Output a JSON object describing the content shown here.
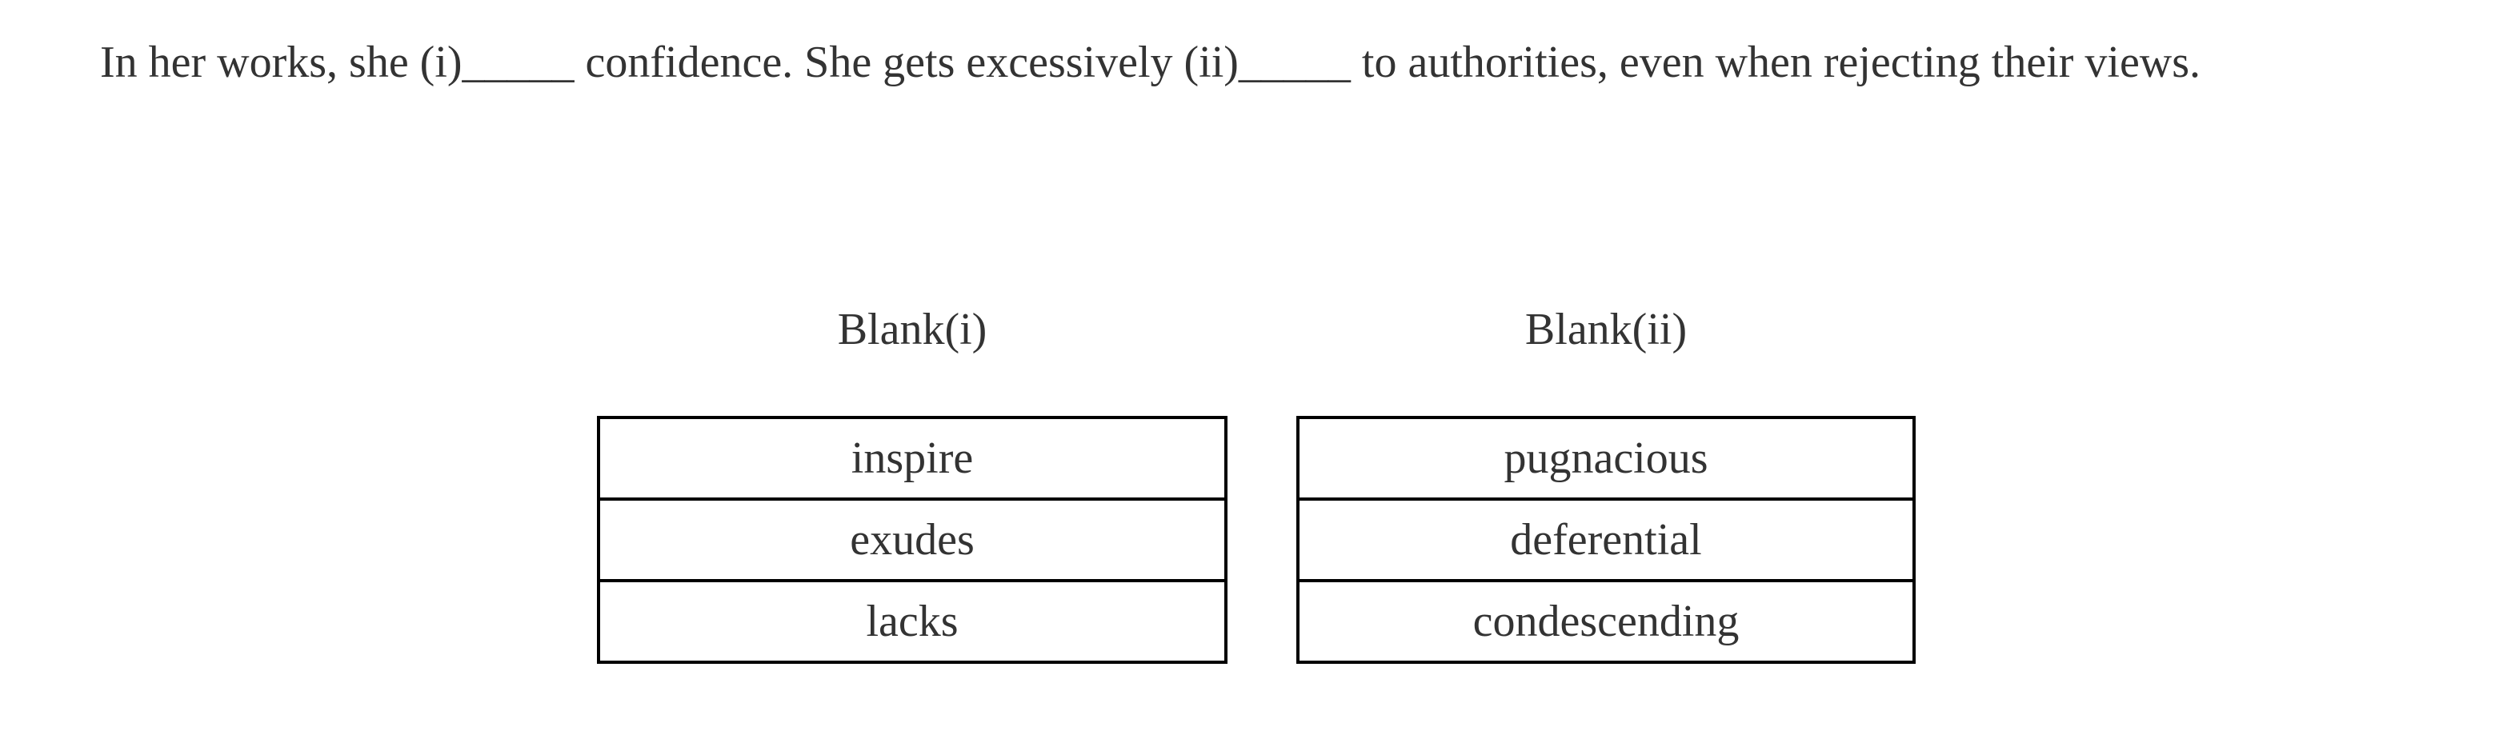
{
  "question": {
    "text": "In her works, she (i)_____ confidence. She gets excessively (ii)_____ to authorities, even when rejecting their views."
  },
  "blanks": [
    {
      "label": "Blank(i)",
      "options": [
        "inspire",
        "exudes",
        "lacks"
      ]
    },
    {
      "label": "Blank(ii)",
      "options": [
        "pugnacious",
        "deferential",
        "condescending"
      ]
    }
  ],
  "colors": {
    "text": "#333333",
    "table_border": "#000000",
    "background": "#ffffff"
  }
}
